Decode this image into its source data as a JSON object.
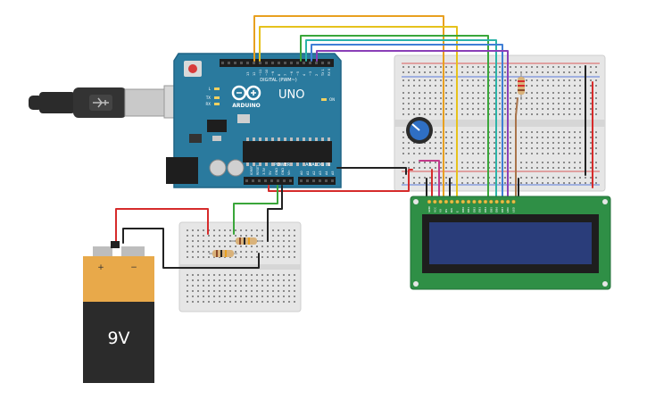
{
  "arduino": {
    "brand": "ARDUINO",
    "model": "UNO",
    "digital_label": "DIGITAL (PWM~)",
    "power_label": "POWER",
    "analog_label": "ANALOG IN",
    "tx_label": "TX",
    "rx_label": "RX",
    "l_label": "L",
    "on_label": "ON",
    "digital_pins": [
      "13",
      "12",
      "~11",
      "~10",
      "~9",
      "8",
      "7",
      "~6",
      "~5",
      "4",
      "~3",
      "2",
      "TX 1",
      "RX 0"
    ],
    "power_pins": [
      "IOREF",
      "RESET",
      "3.3V",
      "5V",
      "GND",
      "GND",
      "Vin"
    ],
    "analog_pins": [
      "A0",
      "A1",
      "A2",
      "A3",
      "A4",
      "A5"
    ]
  },
  "battery": {
    "label": "9V",
    "plus": "+",
    "minus": "−"
  },
  "lcd": {
    "pins": [
      "GND",
      "VCC",
      "V0",
      "RS",
      "RW",
      "E",
      "DB0",
      "DB1",
      "DB2",
      "DB3",
      "DB4",
      "DB5",
      "DB6",
      "DB7",
      "LED",
      "LED"
    ]
  },
  "colors": {
    "board": "#2a7a9e",
    "board_dark": "#1f6485",
    "lcd_board": "#2f8f46",
    "lcd_screen": "#2a3d7a",
    "wire_red": "#d62b2b",
    "wire_black": "#222222",
    "wire_green": "#3aa63a",
    "wire_orange": "#e8a020",
    "wire_yellow": "#e6c21c",
    "wire_blue": "#3f7fd6",
    "wire_purple": "#8a3fb8",
    "wire_teal": "#2bb3a8",
    "wire_magenta": "#c23a8a",
    "wire_brown": "#a9744a",
    "battery_body": "#2b2b2b",
    "battery_label": "#e8a94a"
  }
}
